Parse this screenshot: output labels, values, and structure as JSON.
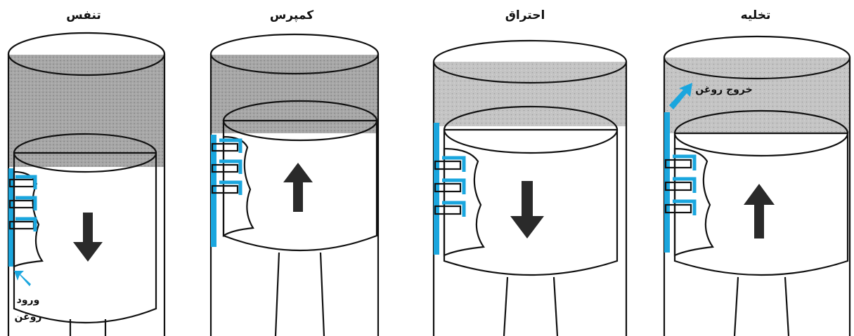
{
  "diagram": {
    "stages": [
      {
        "title": "تنفس",
        "arrow": "down"
      },
      {
        "title": "کمپرس",
        "arrow": "up"
      },
      {
        "title": "احتراق",
        "arrow": "down"
      },
      {
        "title": "تخلیه",
        "arrow": "up"
      }
    ],
    "oil_in_label_line1": "ورود",
    "oil_in_label_line2": "روغن",
    "oil_out_label": "خروج روغن",
    "colors": {
      "oil": "#1aa6de",
      "cylinder_top": "#c7c7c7",
      "cylinder_side": "#a9a9a9",
      "outline": "#111111"
    }
  }
}
